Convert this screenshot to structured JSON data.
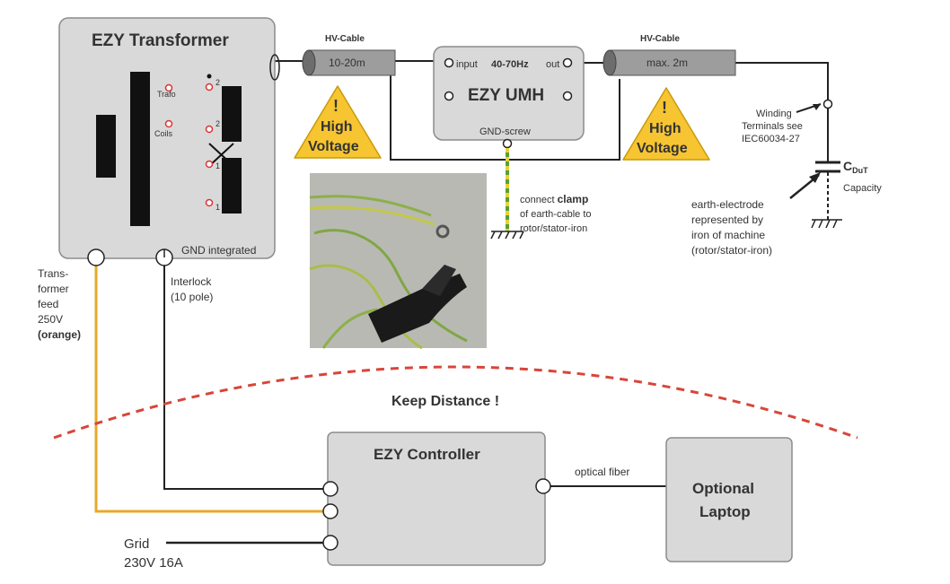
{
  "transformer": {
    "title": "EZY Transformer",
    "trafo_label": "Trafo",
    "coils_label": "Coils",
    "tap_labels": [
      "2",
      "2",
      "1",
      "1"
    ],
    "gnd_label": "GND integrated"
  },
  "hv_cable_left": {
    "header": "HV-Cable",
    "length": "10-20m"
  },
  "hv_cable_right": {
    "header": "HV-Cable",
    "length": "max. 2m"
  },
  "warning": {
    "line1": "High",
    "line2": "Voltage",
    "mark": "!"
  },
  "umh": {
    "title": "EZY UMH",
    "input_label": "input",
    "freq_label": "40-70Hz",
    "output_label": "out",
    "gnd_label": "GND-screw"
  },
  "clamp_note": {
    "line1_prefix": "connect ",
    "line1_bold": "clamp",
    "line2": "of earth-cable to",
    "line3": "rotor/stator-iron"
  },
  "winding_note": {
    "line1": "Winding",
    "line2": "Terminals see",
    "line3": "IEC60034-27"
  },
  "capacity": {
    "symbol": "C",
    "subscript": "DuT",
    "label": "Capacity"
  },
  "electrode_note": {
    "line1": "earth-electrode",
    "line2": "represented by",
    "line3": "iron of machine",
    "line4": "(rotor/stator-iron)"
  },
  "feed_note": {
    "line1": "Trans-",
    "line2": "former",
    "line3": "feed",
    "line4": "250V",
    "line5": "(orange)"
  },
  "interlock_note": {
    "line1": "Interlock",
    "line2": "(10 pole)"
  },
  "keep_distance": "Keep Distance !",
  "controller": {
    "title": "EZY Controller"
  },
  "fiber_label": "optical fiber",
  "laptop": {
    "line1": "Optional",
    "line2": "Laptop"
  },
  "grid_note": {
    "line1": "Grid",
    "line2": "230V 16A"
  },
  "colors": {
    "box_fill": "#d9d9d9",
    "box_stroke": "#8c8c8c",
    "warning_fill": "#f7c531",
    "feed_orange": "#e9a82a",
    "keep_distance_red": "#c0392b",
    "earth_green": "#5a9e3a",
    "earth_yellow": "#e6d23a"
  }
}
